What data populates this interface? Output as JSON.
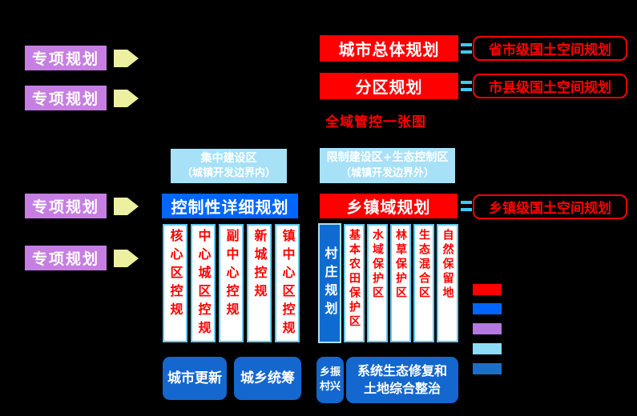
{
  "palette": {
    "background": "#000000",
    "red": "#FF0000",
    "bright_blue": "#0066FF",
    "purple": "#C77EE2",
    "light_blue_header": "#A6E1F8",
    "cyan_equals": "#3EC9F1",
    "arrow_yellow": "#ECF0A0",
    "column_border": "#5FC9F0",
    "deep_blue": "#1467CE"
  },
  "special_plan_label": "专项规划",
  "equivalence_rows": [
    {
      "plan": "城市总体规划",
      "equals_to": "省市级国土空间规划"
    },
    {
      "plan": "分区规划",
      "equals_to": "市县级国土空间规划"
    },
    {
      "plan": "乡镇域规划",
      "equals_to": "乡镇级国土空间规划"
    }
  ],
  "center_title": "全域管控一张图",
  "zone_headers": [
    {
      "line1": "集中建设区",
      "line2": "（城镇开发边界内）"
    },
    {
      "line1": "限制建设区+生态控制区",
      "line2": "（城镇开发边界外）"
    }
  ],
  "detailed_plan_label": "控制性详细规划",
  "left_columns": [
    "核心区控规",
    "中心城区控规",
    "副中心控规",
    "新城控规",
    "镇中心区控规"
  ],
  "village_plan_label": "村庄规划",
  "right_columns": [
    "基本农田保护区",
    "水域保护区",
    "林草保护区",
    "生态混合区",
    "自然保留地"
  ],
  "bottom_boxes": {
    "urban_renewal": "城市更新",
    "urban_rural_coordination": "城乡统筹",
    "rural_revitalization_line1": "乡振",
    "rural_revitalization_line2": "村兴",
    "eco_restoration_line1": "系统生态修复和",
    "eco_restoration_line2": "土地综合整治"
  },
  "legend_colors": [
    "#FF0000",
    "#0066FF",
    "#B478E0",
    "#8CDCF8",
    "#1B6FC8"
  ]
}
